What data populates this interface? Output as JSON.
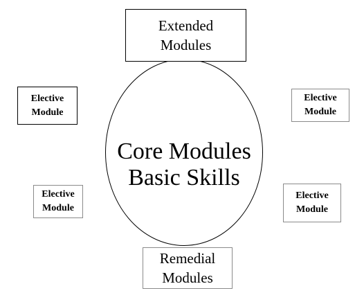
{
  "core": {
    "line1": "Core Modules",
    "line2": "Basic Skills"
  },
  "extended": {
    "line1": "Extended",
    "line2": "Modules"
  },
  "remedial": {
    "line1": "Remedial",
    "line2": "Modules"
  },
  "electives": [
    {
      "line1": "Elective",
      "line2": "Module"
    },
    {
      "line1": "Elective",
      "line2": "Module"
    },
    {
      "line1": "Elective",
      "line2": "Module"
    },
    {
      "line1": "Elective",
      "line2": "Module"
    }
  ],
  "colors": {
    "stroke": "#000000",
    "light_stroke": "#8a8a8a",
    "background": "#ffffff"
  }
}
